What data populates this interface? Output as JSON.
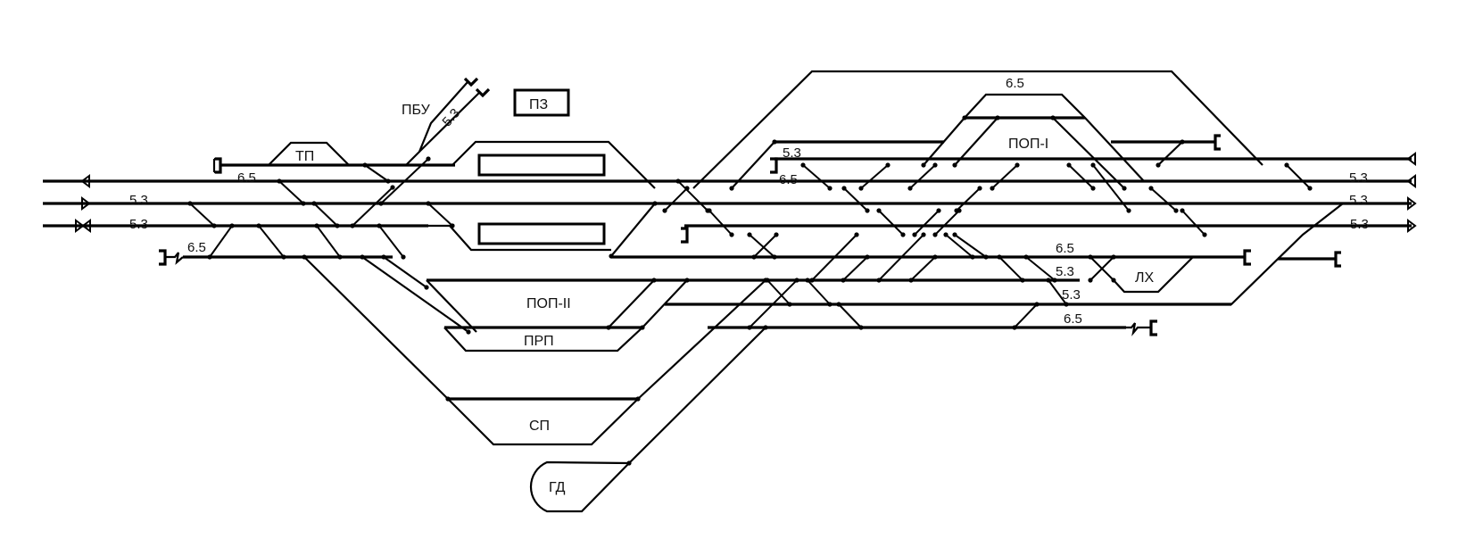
{
  "title": "Схема путевого развития станции",
  "colors": {
    "track": "#000000",
    "background": "#ffffff",
    "text": "#111111"
  },
  "buildings": {
    "pz": "ПЗ",
    "platform_upper": "",
    "platform_lower": ""
  },
  "parks": {
    "tp": "ТП",
    "pbu": "ПБУ",
    "pop1": "ПОП-I",
    "pop2": "ПОП-II",
    "prp": "ПРП",
    "sp": "СП",
    "lh": "ЛХ",
    "gd": "ГД"
  },
  "grade_labels": {
    "tp_track": "6.5",
    "main_left_1": "5.3",
    "main_left_2": "5.3",
    "dead_end_left": "6.5",
    "pbu_track": "5.3",
    "pop1_top": "6.5",
    "mid_upper_a": "5.3",
    "mid_upper_b": "6.5",
    "right_main_1": "5.3",
    "right_main_2": "5.3",
    "right_main_3": "5.3",
    "lower_a": "6.5",
    "lower_b": "5.3",
    "lower_c": "5.3",
    "lower_d": "6.5"
  },
  "direction_markers": {
    "main_1_left": "arrow-left",
    "main_2_left": "arrow-right",
    "main_3_left": "bidirectional",
    "main_0_right": "arrow-left",
    "main_1_right": "arrow-left",
    "main_2_right": "arrow-right",
    "main_3_right": "arrow-right"
  }
}
